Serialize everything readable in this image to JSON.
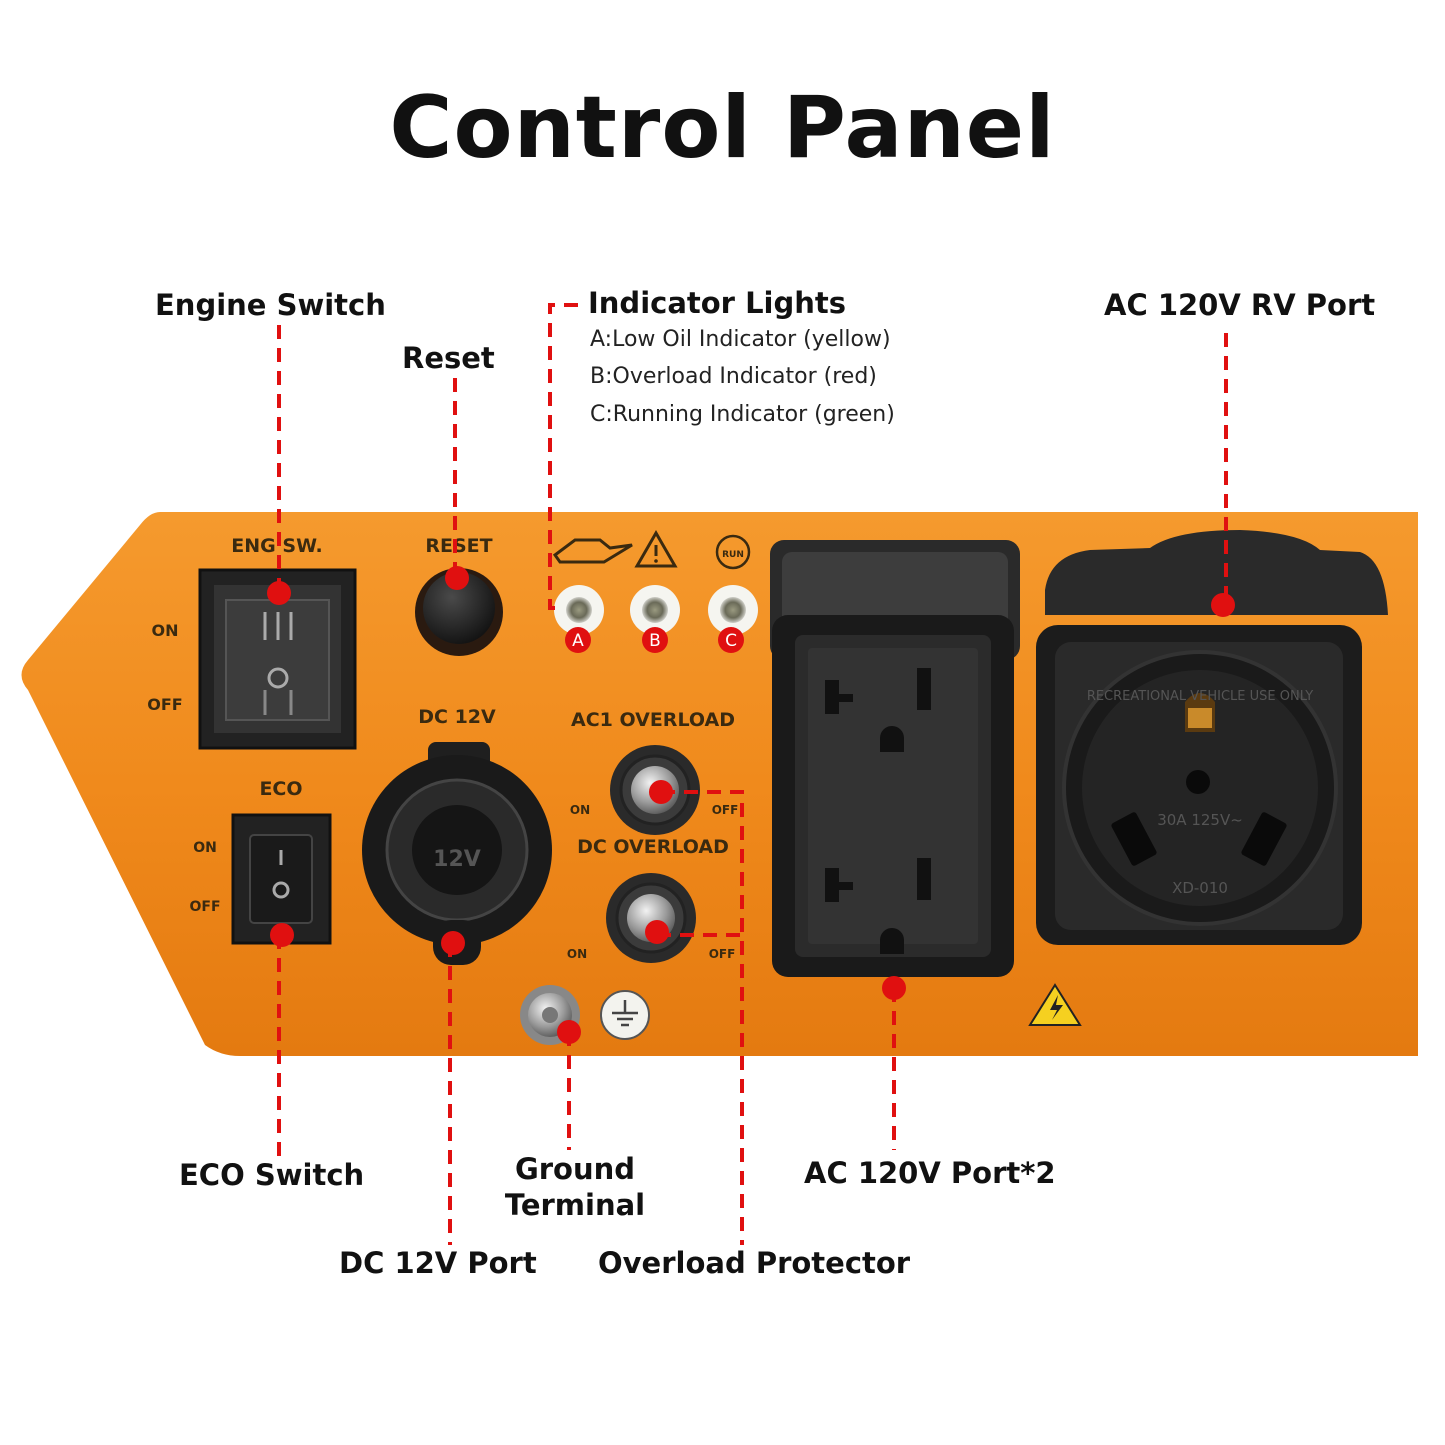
{
  "title": "Control Panel",
  "callouts": {
    "engine_switch": "Engine Switch",
    "reset": "Reset",
    "indicator_lights": "Indicator Lights",
    "indicator_a": "A:Low Oil Indicator (yellow)",
    "indicator_b": "B:Overload Indicator (red)",
    "indicator_c": "C:Running Indicator (green)",
    "ac_rv_port": "AC 120V RV Port",
    "eco_switch": "ECO Switch",
    "dc_port": "DC 12V Port",
    "ground_terminal_1": "Ground",
    "ground_terminal_2": "Terminal",
    "overload_protector": "Overload Protector",
    "ac_port": "AC 120V Port*2"
  },
  "panel": {
    "eng_sw": "ENG SW.",
    "reset": "RESET",
    "on": "ON",
    "off": "OFF",
    "dc_12v": "DC 12V",
    "eco": "ECO",
    "ac1_overload": "AC1 OVERLOAD",
    "dc_overload": "DC OVERLOAD",
    "socket_12v": "12V",
    "lamp_a": "A",
    "lamp_b": "B",
    "lamp_c": "C",
    "run": "RUN",
    "rv_ring": "RECREATIONAL VEHICLE USE ONLY",
    "rv_rating": "30A 125V~",
    "rv_model": "XD-010"
  },
  "colors": {
    "panel_orange": "#f08a1c",
    "callout_red": "#e01010",
    "socket_black": "#1c1c1c"
  }
}
